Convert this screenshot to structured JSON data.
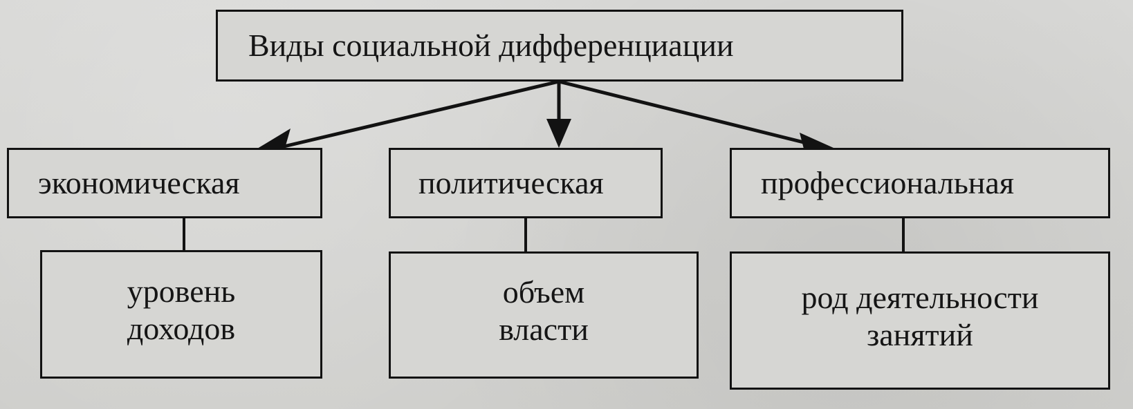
{
  "diagram": {
    "root": {
      "label": "Виды социальной дифференциации"
    },
    "categories": [
      {
        "label": "экономическая",
        "detail": [
          "уровень",
          "доходов"
        ]
      },
      {
        "label": "политическая",
        "detail": [
          "объем",
          "власти"
        ]
      },
      {
        "label": "профессиональная",
        "detail": [
          "род деятельности",
          "занятий"
        ]
      }
    ]
  },
  "colors": {
    "paper": "#d3d3d1",
    "ink": "#121212"
  }
}
